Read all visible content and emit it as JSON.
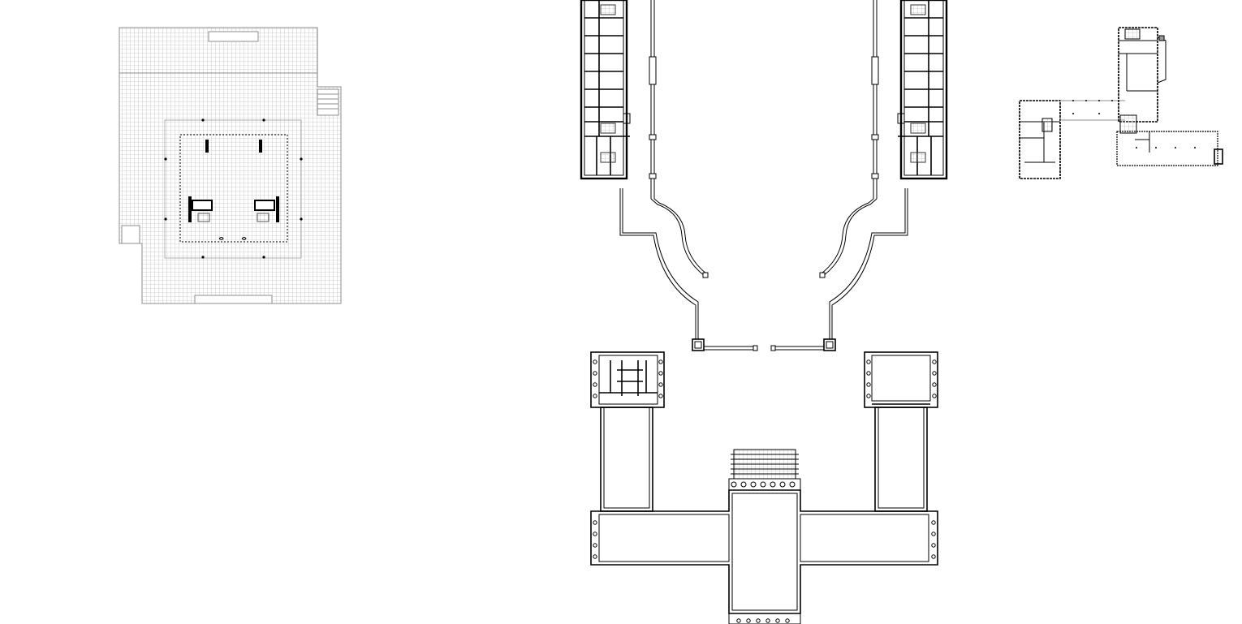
{
  "figure": {
    "kind": "architectural floor plans",
    "line_color": "#000000",
    "paving_color": "#9a9a9a",
    "background": "#ffffff"
  },
  "plans": [
    {
      "id": "plaza-plan",
      "description_visible": false
    },
    {
      "id": "palace-ensemble-plan",
      "description_visible": false
    },
    {
      "id": "bauhaus-like-plan",
      "description_visible": false
    }
  ]
}
